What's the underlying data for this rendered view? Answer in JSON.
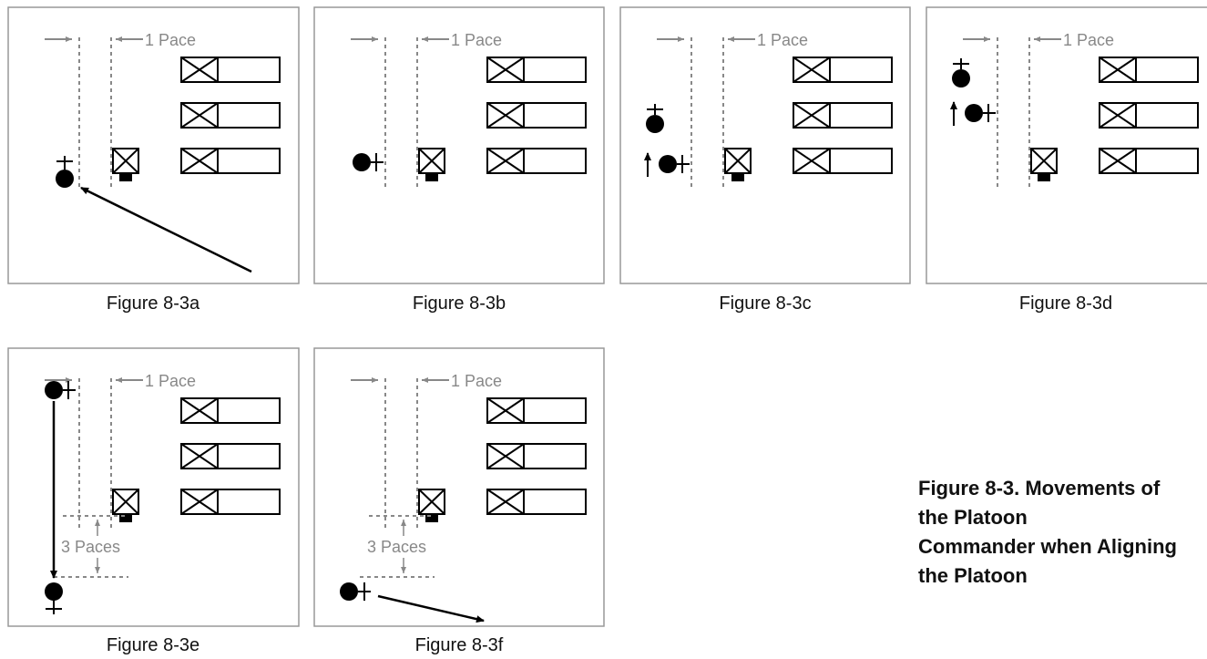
{
  "main_caption": {
    "line1": "Figure 8-3. Movements of the Platoon",
    "line2": "Commander when Aligning the Platoon"
  },
  "labels": {
    "one_pace": "1 Pace",
    "three_paces": "3 Paces"
  },
  "figures": [
    {
      "id": "a",
      "caption": "Figure 8-3a"
    },
    {
      "id": "b",
      "caption": "Figure 8-3b"
    },
    {
      "id": "c",
      "caption": "Figure 8-3c"
    },
    {
      "id": "d",
      "caption": "Figure 8-3d"
    },
    {
      "id": "e",
      "caption": "Figure 8-3e"
    },
    {
      "id": "f",
      "caption": "Figure 8-3f"
    }
  ],
  "colors": {
    "guide": "#888888",
    "ink": "#000000",
    "frame": "#999999"
  }
}
